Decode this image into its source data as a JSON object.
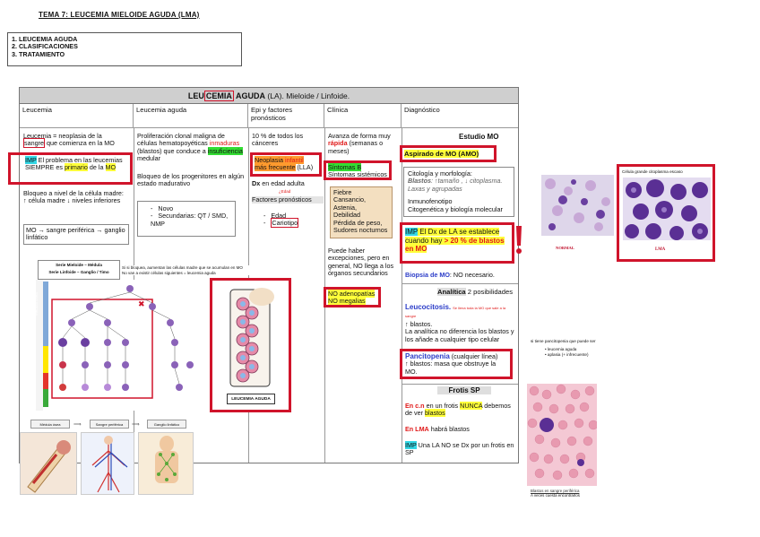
{
  "page": {
    "title": "TEMA 7: LEUCEMIA MIELOIDE AGUDA (LMA)",
    "index": [
      "1. LEUCEMIA AGUDA",
      "2. CLASIFICACIONES",
      "3. TRATAMIENTO"
    ]
  },
  "table": {
    "head": {
      "pre": "LEU",
      "mid": "CEMIA",
      "bold": " AGUDA",
      "rest": " (LA). Mieloide /  Linfoide."
    },
    "cols": [
      "Leucemia",
      "Leucemia aguda",
      "Epi y factores pronósticos",
      "Clínica",
      "Diagnóstico"
    ],
    "leucemia": {
      "p1a": "Leucemia = neoplasia de la",
      "p1b": "sangre",
      "p1c": " que comienza en la MO",
      "imp": "IMP",
      "p2a": " El problema en las leucemias SIEMPRE es ",
      "p2b": "primario",
      "p2c": " de la ",
      "p2d": "MO",
      "p3": "Bloqueo a nivel de la célula madre:",
      "p4": "↑ célula madre ↓ niveles inferiores",
      "p5": "MO → sangre periférica → ganglio linfático"
    },
    "aguda": {
      "p1a": "Proliferación clonal maligna de células hematopoyéticas ",
      "p1b": "inmaduras",
      "p1c": " (blastos) que conduce a ",
      "p1d": "insuficiencia",
      "p1e": " medular",
      "p2": "Bloqueo de los progenitores en algún estado madurativo",
      "l1": "Novo",
      "l2": "Secundarias: QT / SMD, NMP"
    },
    "epi": {
      "p1": "10 % de todos los cánceres",
      "n1": "Neoplasia ",
      "n2": "infantil",
      "n3": " más frecuente",
      "n4": " (LLA)",
      "dx": "Dx",
      "dx2": " en edad adulta",
      "small": "¿Edad",
      "fp": "Factores pronósticos",
      "l1": "Edad",
      "l2": "Cariotipo"
    },
    "clinica": {
      "p1a": "Avanza de forma muy ",
      "p1b": "rápida",
      "p1c": " (semanas o meses)",
      "s1": "Síntomas B",
      "s2": "Síntomas sistémicos",
      "sx": [
        "Fiebre",
        "Cansancio,",
        "Astenia,",
        "Debilidad",
        "Pérdida de peso,",
        "Sudores nocturnos"
      ],
      "p2": "Puede haber excepciones, pero en general, NO llega a los órganos secundarios",
      "n1": "NO adenopatías",
      "n2": "NO megalias"
    },
    "dx": {
      "mo": "Estudio MO",
      "amo": "Aspirado de MO  (AMO)",
      "cito": "Citología y morfología:",
      "blastos": "Blastos",
      "blastos2": ": ↑tamaño , ↓ citoplasma. Laxas y agrupadas",
      "inmuno": "Inmunofenotipo",
      "citog": "Citogenética y biología molecular",
      "imp": "IMP",
      "la1": " El Dx de LA se establece cuando hay ",
      "la2": "> 20 % de blastos en MO",
      "biop": "Biopsia de MO",
      "biop2": ": NO necesario.",
      "ana": "Analítica",
      "ana2": " 2 posibilidades",
      "leuco": "Leucocitosis.",
      "leuco_note": "Se llena toda la MO que sale a la sangre",
      "leuco2": "↑ blastos.",
      "leuco3": "La analítica no diferencia los blastos y los añade a cualquier tipo celular",
      "panci": "Pancitopenia",
      "panci2": " (cualquier línea)",
      "panci3": "↑ blastos: masa que obstruye la MO.",
      "frotis": "Frotis SP",
      "f1a": "En c.n",
      "f1b": " en un frotis ",
      "f1c": "NUNCA",
      "f1d": " debemos de ver ",
      "f1e": "blastos",
      "f2a": "En LMA",
      "f2b": " habrá blastos",
      "f3a": "IMP",
      "f3b": " Una LA NO se Dx por un frotis en SP"
    }
  },
  "margin": {
    "serie1": "Serie Mieloide – Médula",
    "serie2": "Serie Linfoide – Ganglio / Timo",
    "note1": "Si si bloquea, aumentan las células madre que se acumulan en MO",
    "note2": "No van a existir células siguientes = leucemia aguda",
    "leucemia_aguda": "LEUCEMIA AGUDA",
    "med_osea": "Médula ósea",
    "sangre": "Sangre periférica",
    "ganglio": "Ganglio linfático",
    "celula": "Célula grande citoplasma escaso",
    "normal": "NORMAL",
    "lma": "LMA",
    "panci_note": "si tiene pancitopenia que puede ser",
    "panci_b1": "leucemia aguda",
    "panci_b2": "aplasia (+ infrecuente)",
    "frotis1": "Blastos en sangre periférica",
    "frotis2": "A veces cuesta encontrarlos",
    "side_label": "Médula ósea"
  },
  "colors": {
    "red": "#d0142b",
    "yellow": "#ffff3a",
    "cyan": "#33d8e6",
    "green": "#33dd33",
    "purple": "#6a3fa0"
  }
}
